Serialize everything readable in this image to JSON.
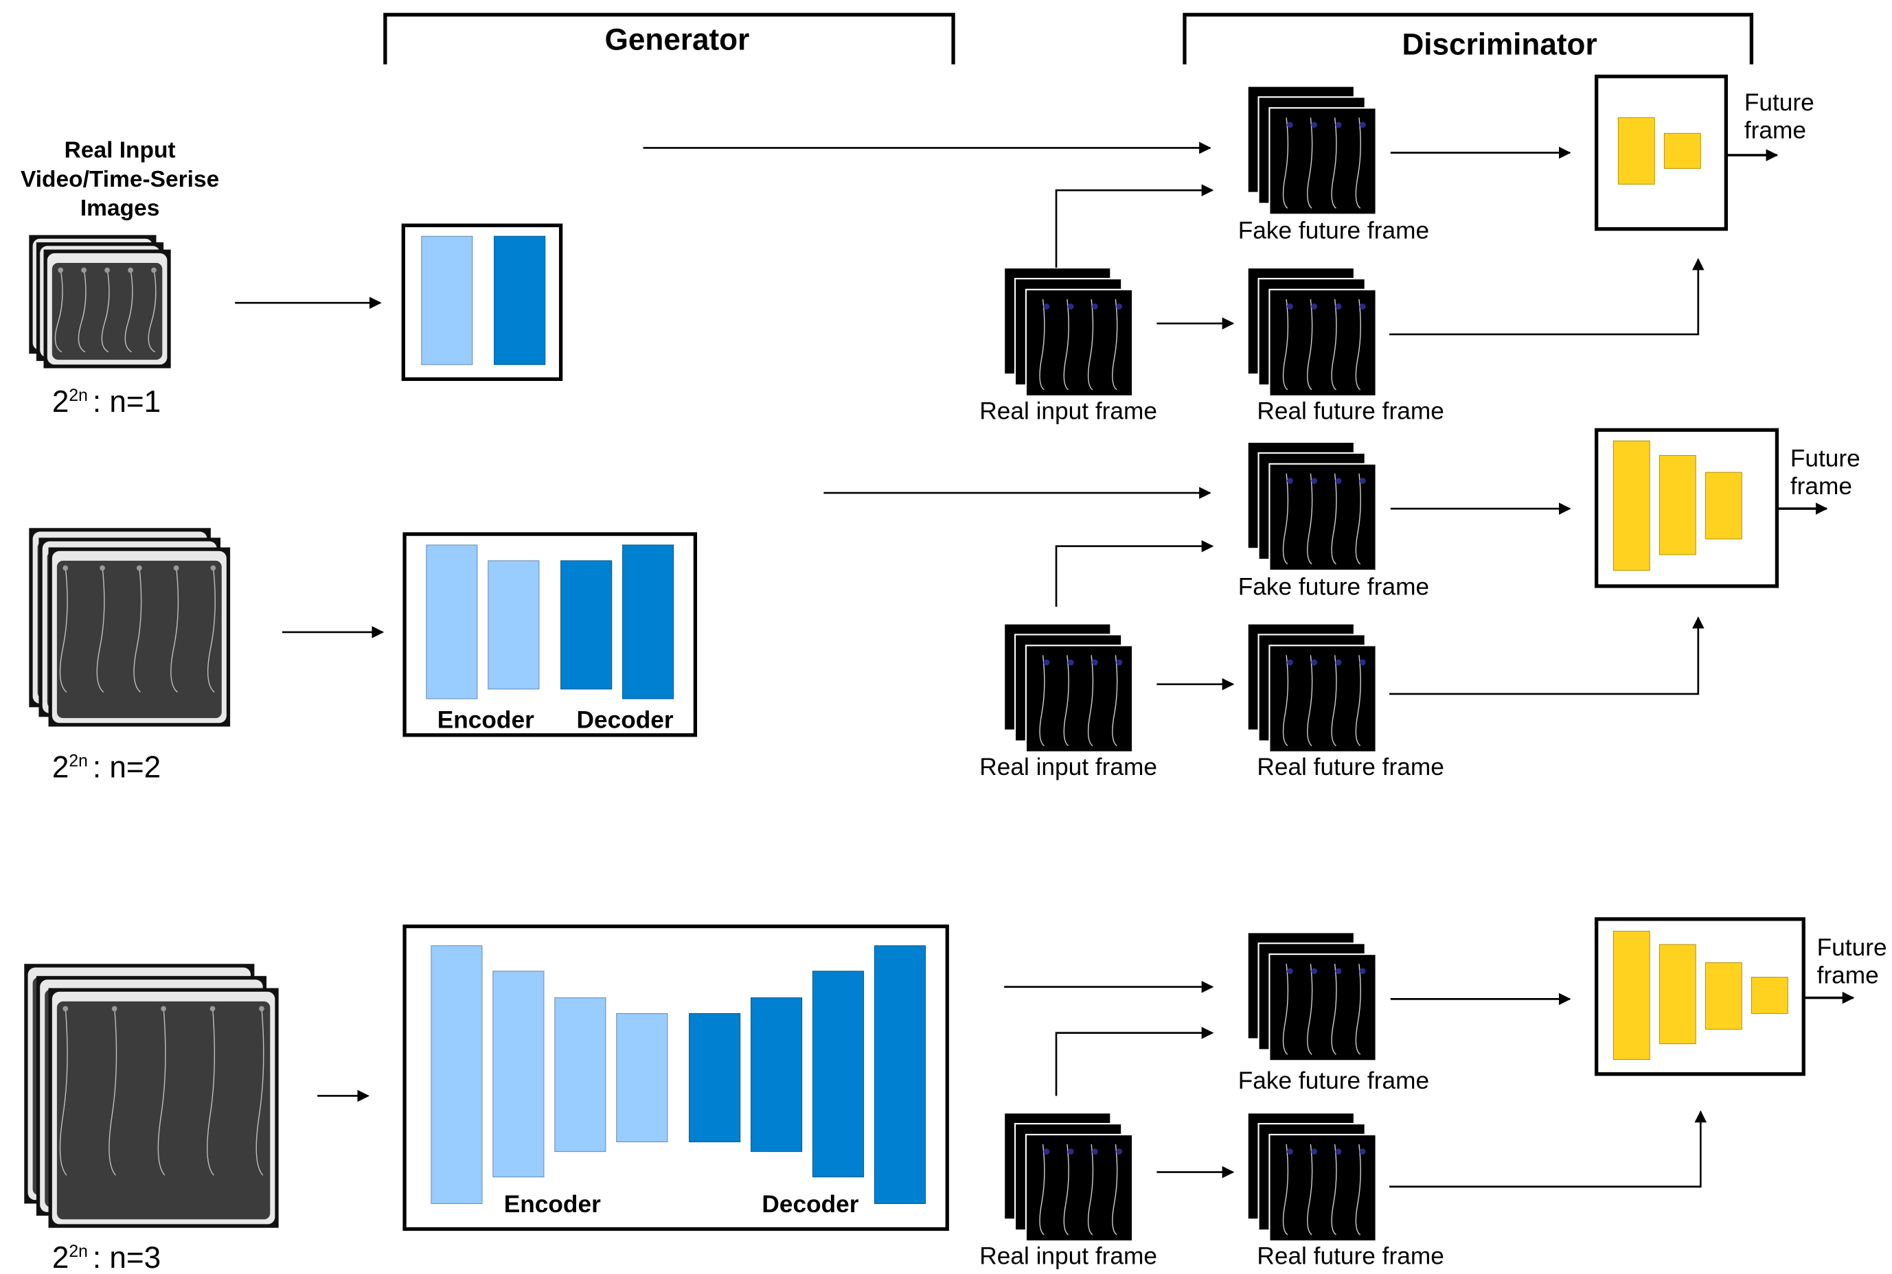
{
  "sections": {
    "generator": "Generator",
    "discriminator": "Discriminator"
  },
  "input_title": [
    "Real Input",
    "Video/Time-Serise",
    "Images"
  ],
  "colors": {
    "encoder_light": "#99CCFF",
    "decoder_dark": "#0080D0",
    "discriminator_yellow": "#FFD21F",
    "frame_bg": "#000000",
    "root_line": "#BFBFBF"
  },
  "rows": [
    {
      "scale_base": "2",
      "scale_exp": "2n",
      "scale_rest": ": n=1",
      "encoder_label": "",
      "decoder_label": "",
      "fake_future_label": "Fake future frame",
      "real_input_label": "Real input frame",
      "real_future_label": "Real future frame",
      "output_label": [
        "Future",
        "frame"
      ]
    },
    {
      "scale_base": "2",
      "scale_exp": "2n",
      "scale_rest": ": n=2",
      "encoder_label": "Encoder",
      "decoder_label": "Decoder",
      "fake_future_label": "Fake future frame",
      "real_input_label": "Real input frame",
      "real_future_label": "Real future frame",
      "output_label": [
        "Future",
        "frame"
      ]
    },
    {
      "scale_base": "2",
      "scale_exp": "2n",
      "scale_rest": ": n=3",
      "encoder_label": "Encoder",
      "decoder_label": "Decoder",
      "fake_future_label": "Fake future frame",
      "real_input_label": "Real input frame",
      "real_future_label": "Real future frame",
      "output_label": [
        "Future",
        "frame"
      ]
    }
  ]
}
